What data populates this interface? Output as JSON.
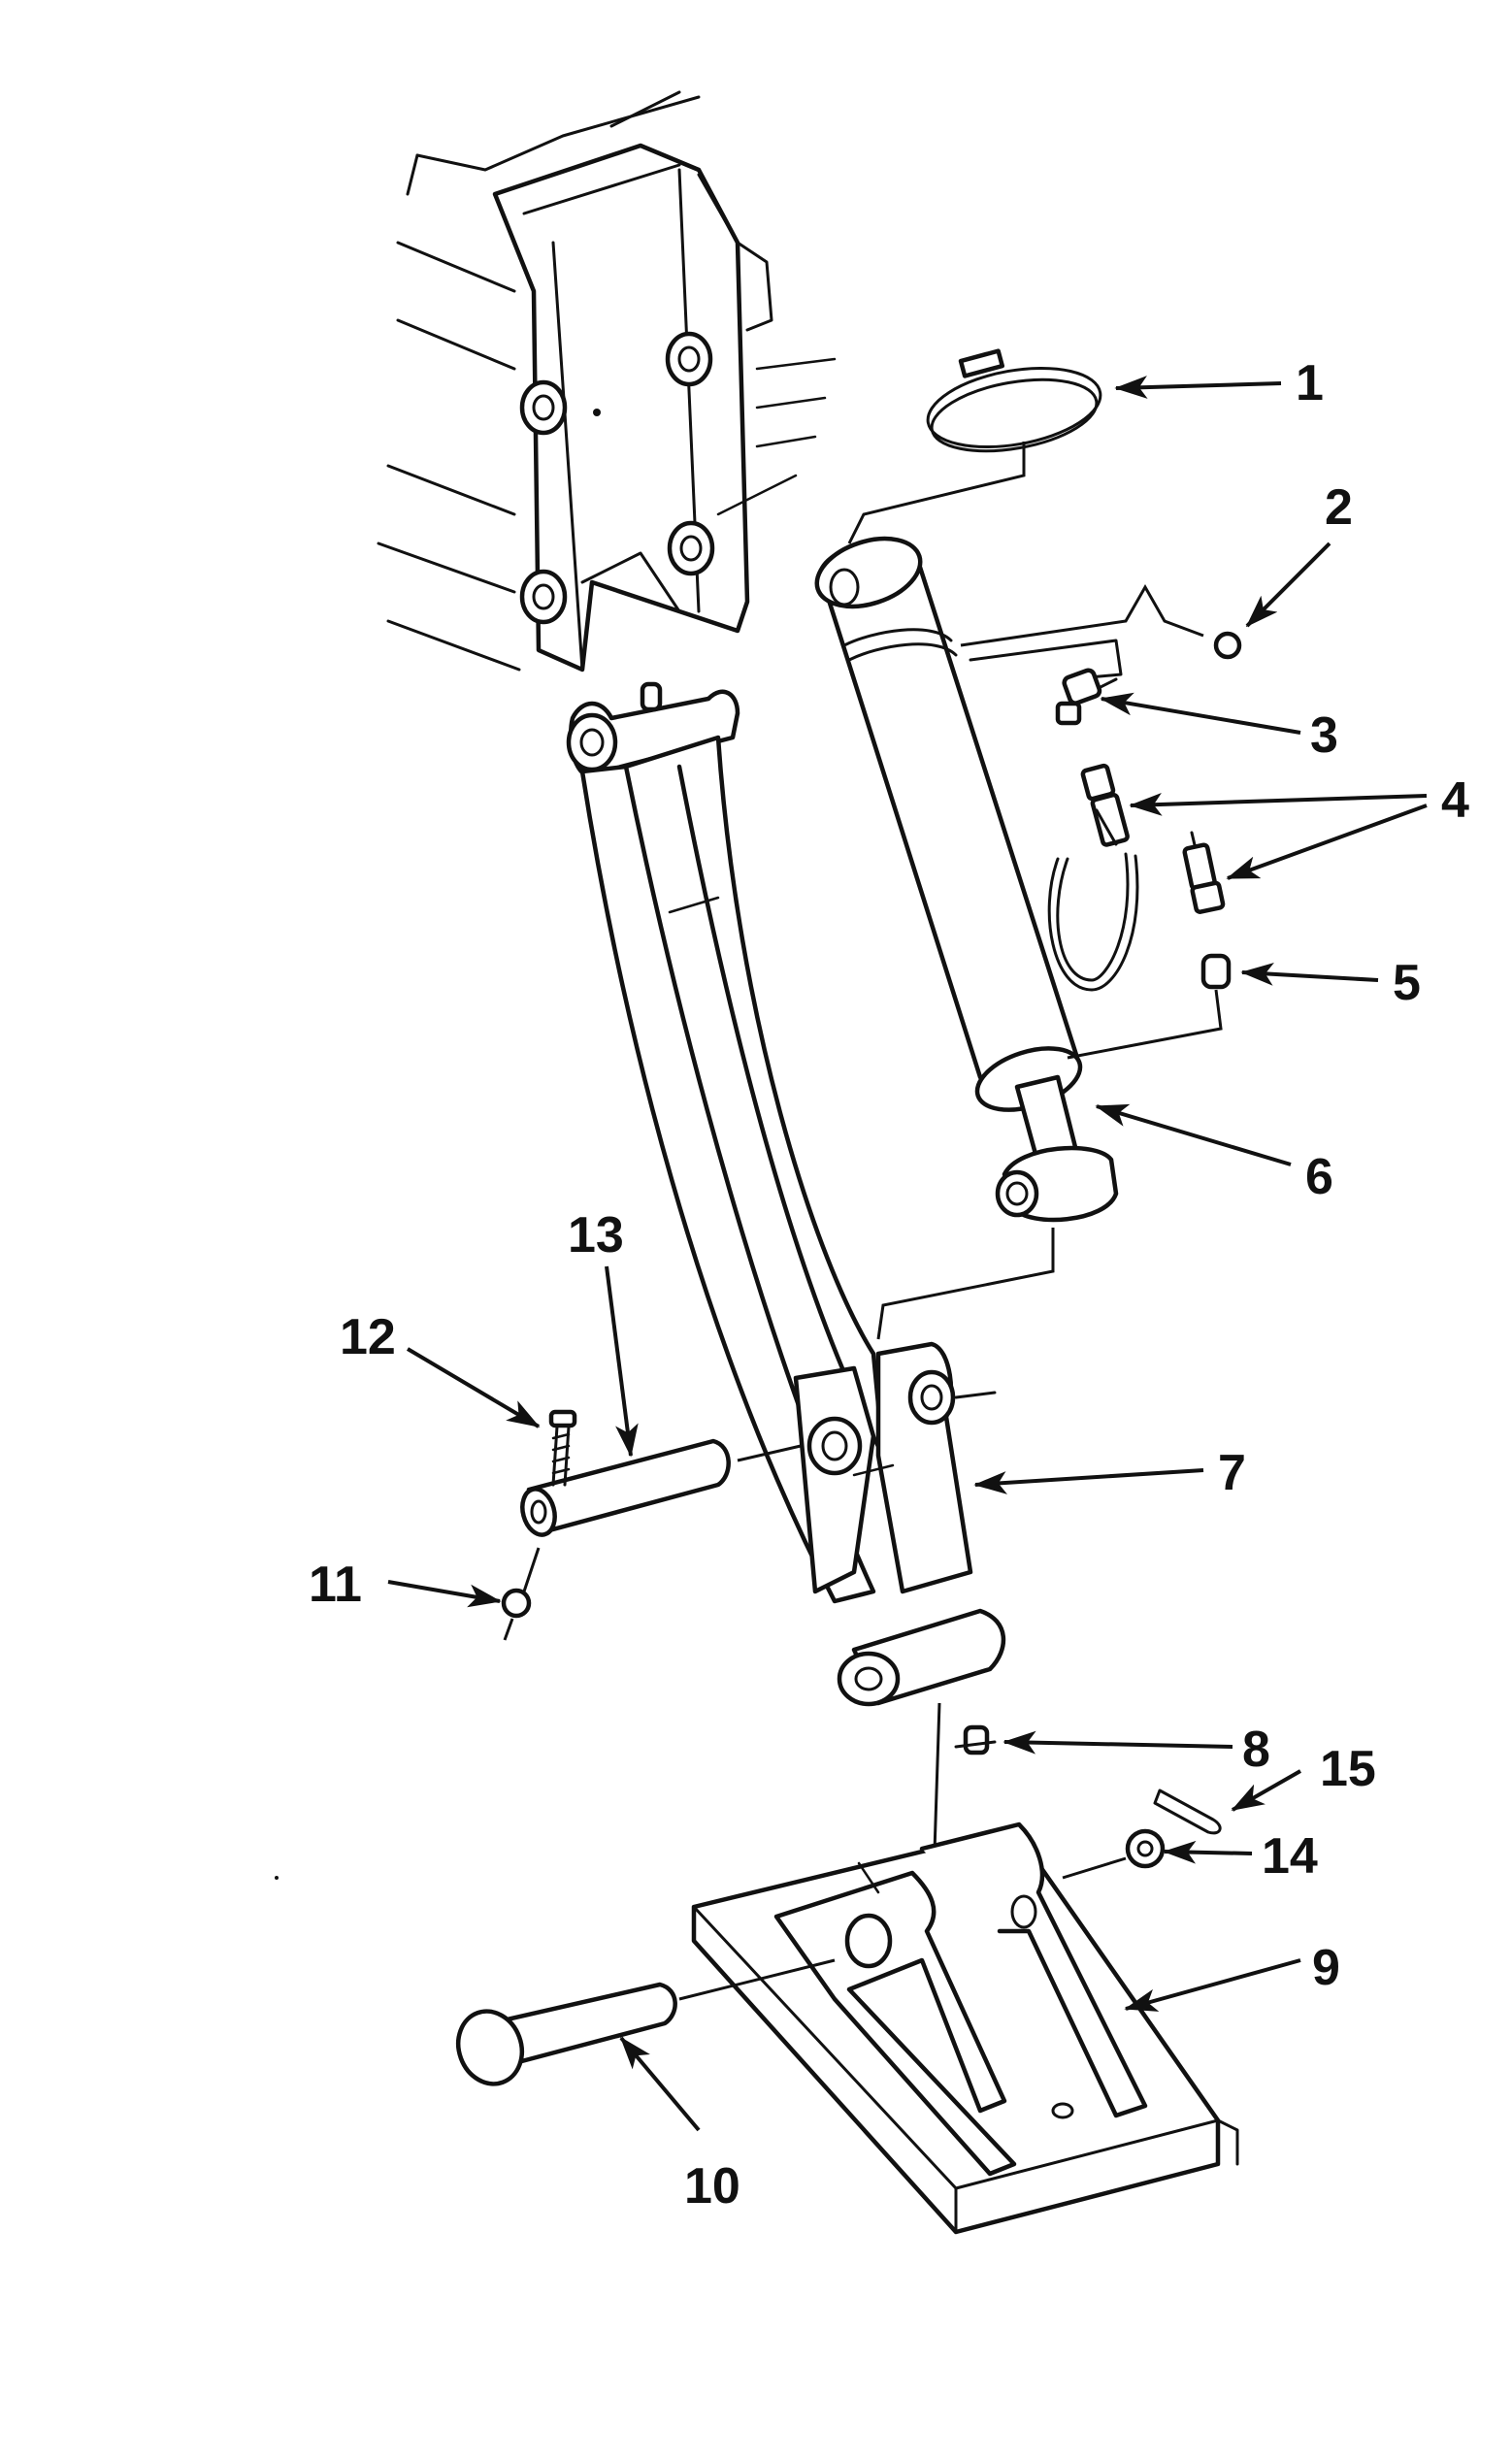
{
  "callouts": [
    {
      "id": "1",
      "label": "1"
    },
    {
      "id": "2",
      "label": "2"
    },
    {
      "id": "3",
      "label": "3"
    },
    {
      "id": "4",
      "label": "4"
    },
    {
      "id": "5",
      "label": "5"
    },
    {
      "id": "6",
      "label": "6"
    },
    {
      "id": "7",
      "label": "7"
    },
    {
      "id": "8",
      "label": "8"
    },
    {
      "id": "9",
      "label": "9"
    },
    {
      "id": "10",
      "label": "10"
    },
    {
      "id": "11",
      "label": "11"
    },
    {
      "id": "12",
      "label": "12"
    },
    {
      "id": "13",
      "label": "13"
    },
    {
      "id": "14",
      "label": "14"
    },
    {
      "id": "15",
      "label": "15"
    }
  ],
  "colors": {
    "ink": "#111111",
    "paper": "#ffffff"
  }
}
